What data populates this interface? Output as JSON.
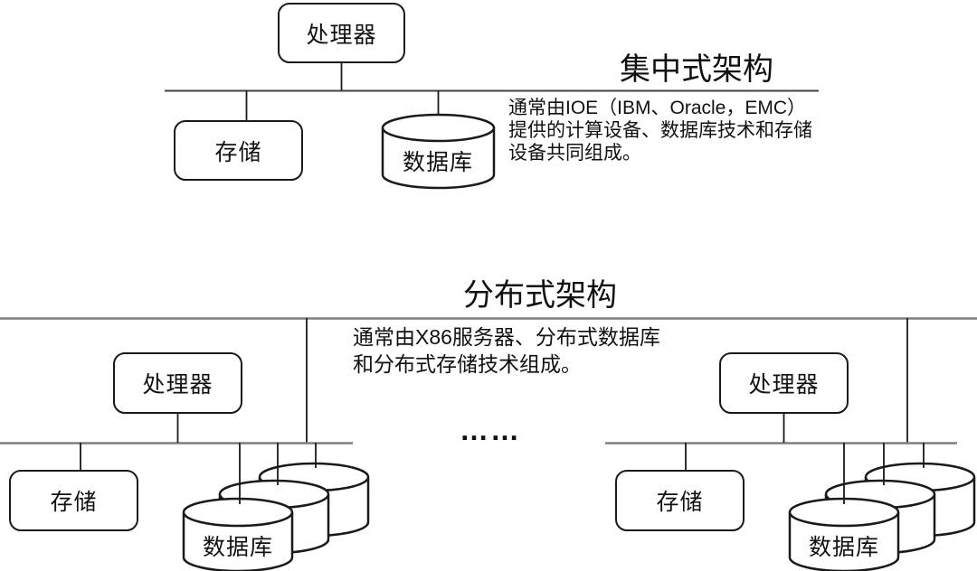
{
  "centralized": {
    "title": "集中式架构",
    "description_lines": [
      "通常由IOE（IBM、Oracle，EMC）",
      "提供的计算设备、数据库技术和存储",
      "设备共同组成。"
    ],
    "nodes": {
      "processor": "处理器",
      "storage": "存储",
      "database": "数据库"
    }
  },
  "distributed": {
    "title": "分布式架构",
    "description_lines": [
      "通常由X86服务器、分布式数据库",
      "和分布式存储技术组成。"
    ],
    "ellipsis": "……",
    "left_cluster": {
      "processor": "处理器",
      "storage": "存储",
      "database": "数据库"
    },
    "right_cluster": {
      "processor": "处理器",
      "storage": "存储",
      "database": "数据库"
    }
  },
  "colors": {
    "bus_gray": "#7f7f7f",
    "bus_dark": "#404040",
    "shape_stroke": "#1a1a1a",
    "background": "#ffffff",
    "text": "#111111"
  }
}
